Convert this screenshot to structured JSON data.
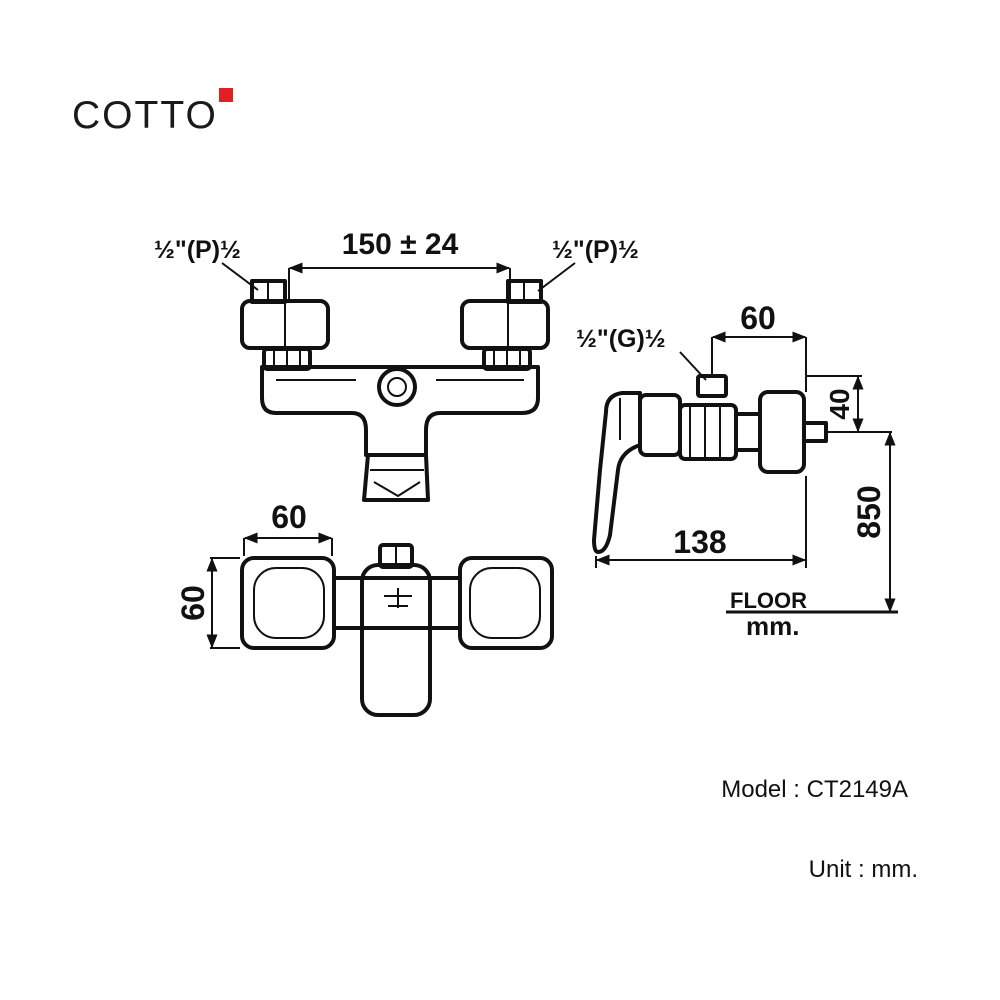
{
  "brand": {
    "name": "COTTO",
    "mark_color": "#e31e24"
  },
  "drawing": {
    "front_view": {
      "centers_label": "150 ± 24",
      "inlet_left_label": "½\"(P)½",
      "inlet_right_label": "½\"(P)½"
    },
    "top_view": {
      "width_label": "60",
      "depth_label": "60"
    },
    "side_view": {
      "outlet_label": "½\"(G)½",
      "outlet_width_label": "60",
      "outlet_height_label": "40",
      "projection_label": "138",
      "height_label": "850",
      "floor_label": "FLOOR",
      "units_label": "mm."
    }
  },
  "info": {
    "model": "Model : CT2149A",
    "unit": "Unit : mm."
  },
  "colors": {
    "line": "#111111",
    "background": "#ffffff"
  }
}
